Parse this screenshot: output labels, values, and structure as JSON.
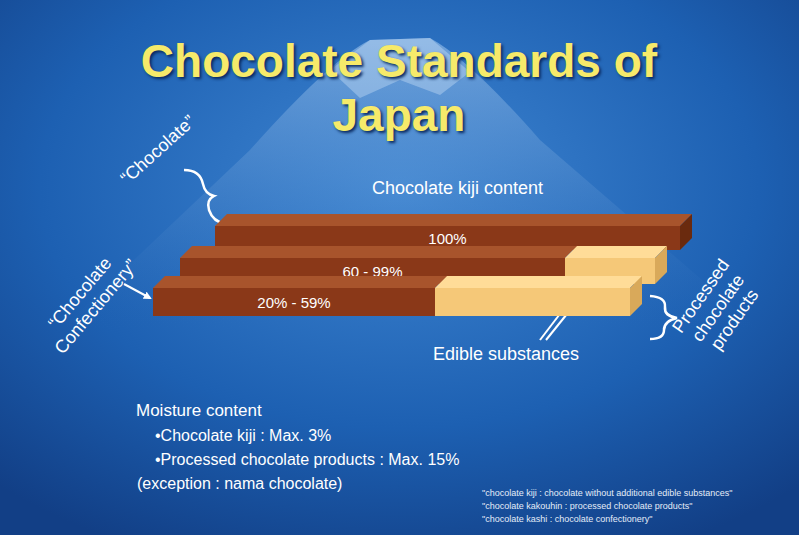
{
  "diagram": {
    "title": "Chocolate Standards of Japan",
    "nodes": [
      {
        "text": [
          "100%"
        ]
      },
      {
        "text": [
          "60 - 99%"
        ]
      },
      {
        "text": [
          "20% - 59%"
        ]
      }
    ],
    "labels": [
      "Chocolate kiji content",
      "“Chocolate”",
      "“Chocolate Confectionery”",
      "Processed chocolate products",
      "Edible substances",
      "Moisture content",
      "•Chocolate kiji : Max. 3%",
      "•Processed chocolate products : Max. 15%",
      "(exception : nama chocolate)",
      "\"chocolate kiji : chocolate without additional edible substances\"",
      "\"chocolate kakouhin : processed chocolate products\"",
      "\"chocolate kashi : chocolate confectionery\""
    ]
  }
}
